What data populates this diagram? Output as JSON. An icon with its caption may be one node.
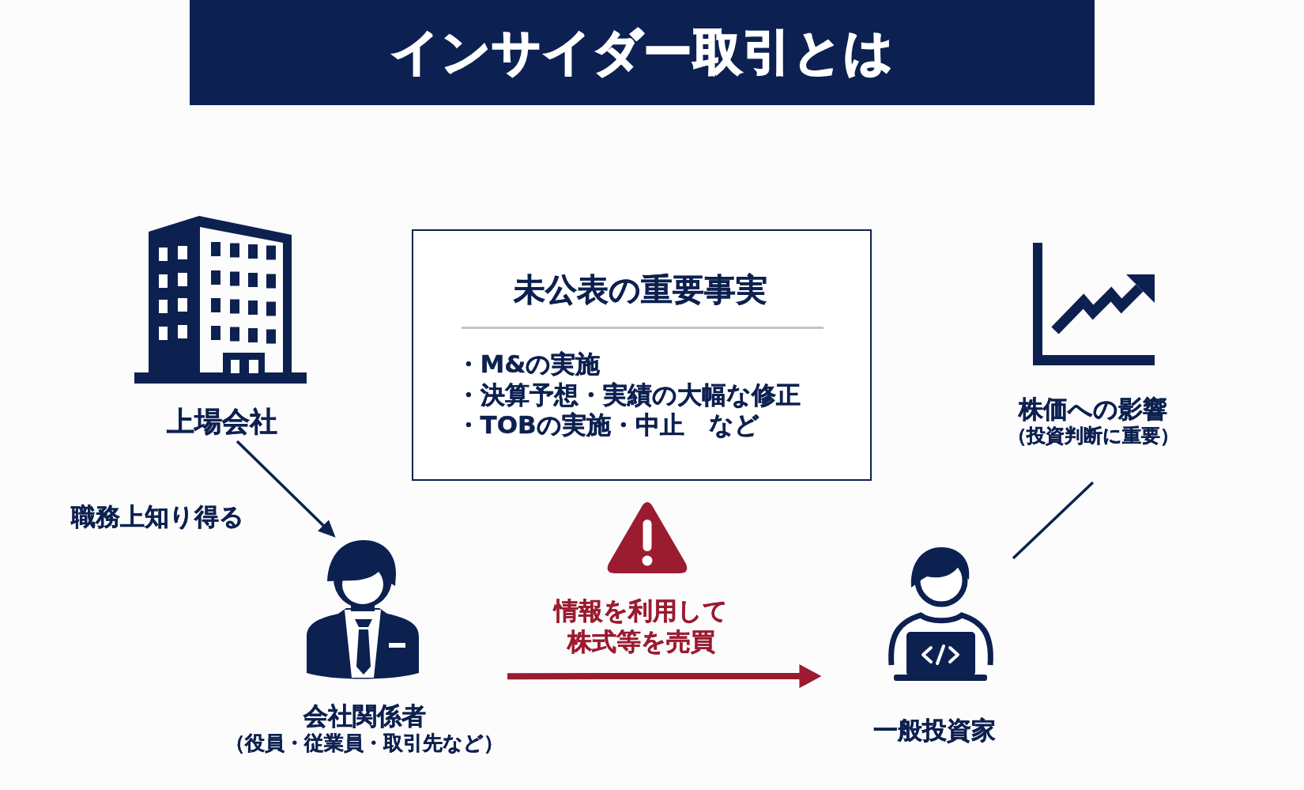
{
  "diagram": {
    "title": "インサイダー取引とは",
    "nodes": [
      {
        "text": [
          "上場会社"
        ]
      },
      {
        "text": [
          "未公表の重要事実",
          "・M&の実施",
          "・決算予想・実績の大幅な修正",
          "・TOBの実施・中止　など"
        ]
      },
      {
        "text": [
          "株価への影響",
          "（投資判断に重要）"
        ]
      },
      {
        "text": [
          "会社関係者",
          "（役員・従業員・取引先など）"
        ]
      },
      {
        "text": [
          "一般投資家"
        ]
      }
    ],
    "edges": [
      {
        "from": 0,
        "to": 3,
        "arrow": "to",
        "label": "職務上知り得る"
      },
      {
        "from": 3,
        "to": 4,
        "arrow": "to",
        "label": "情報を利用して株式等を売買",
        "style": "thick",
        "color": "#9b1b30"
      },
      {
        "from": 2,
        "to": 4,
        "arrow": "none"
      }
    ]
  }
}
